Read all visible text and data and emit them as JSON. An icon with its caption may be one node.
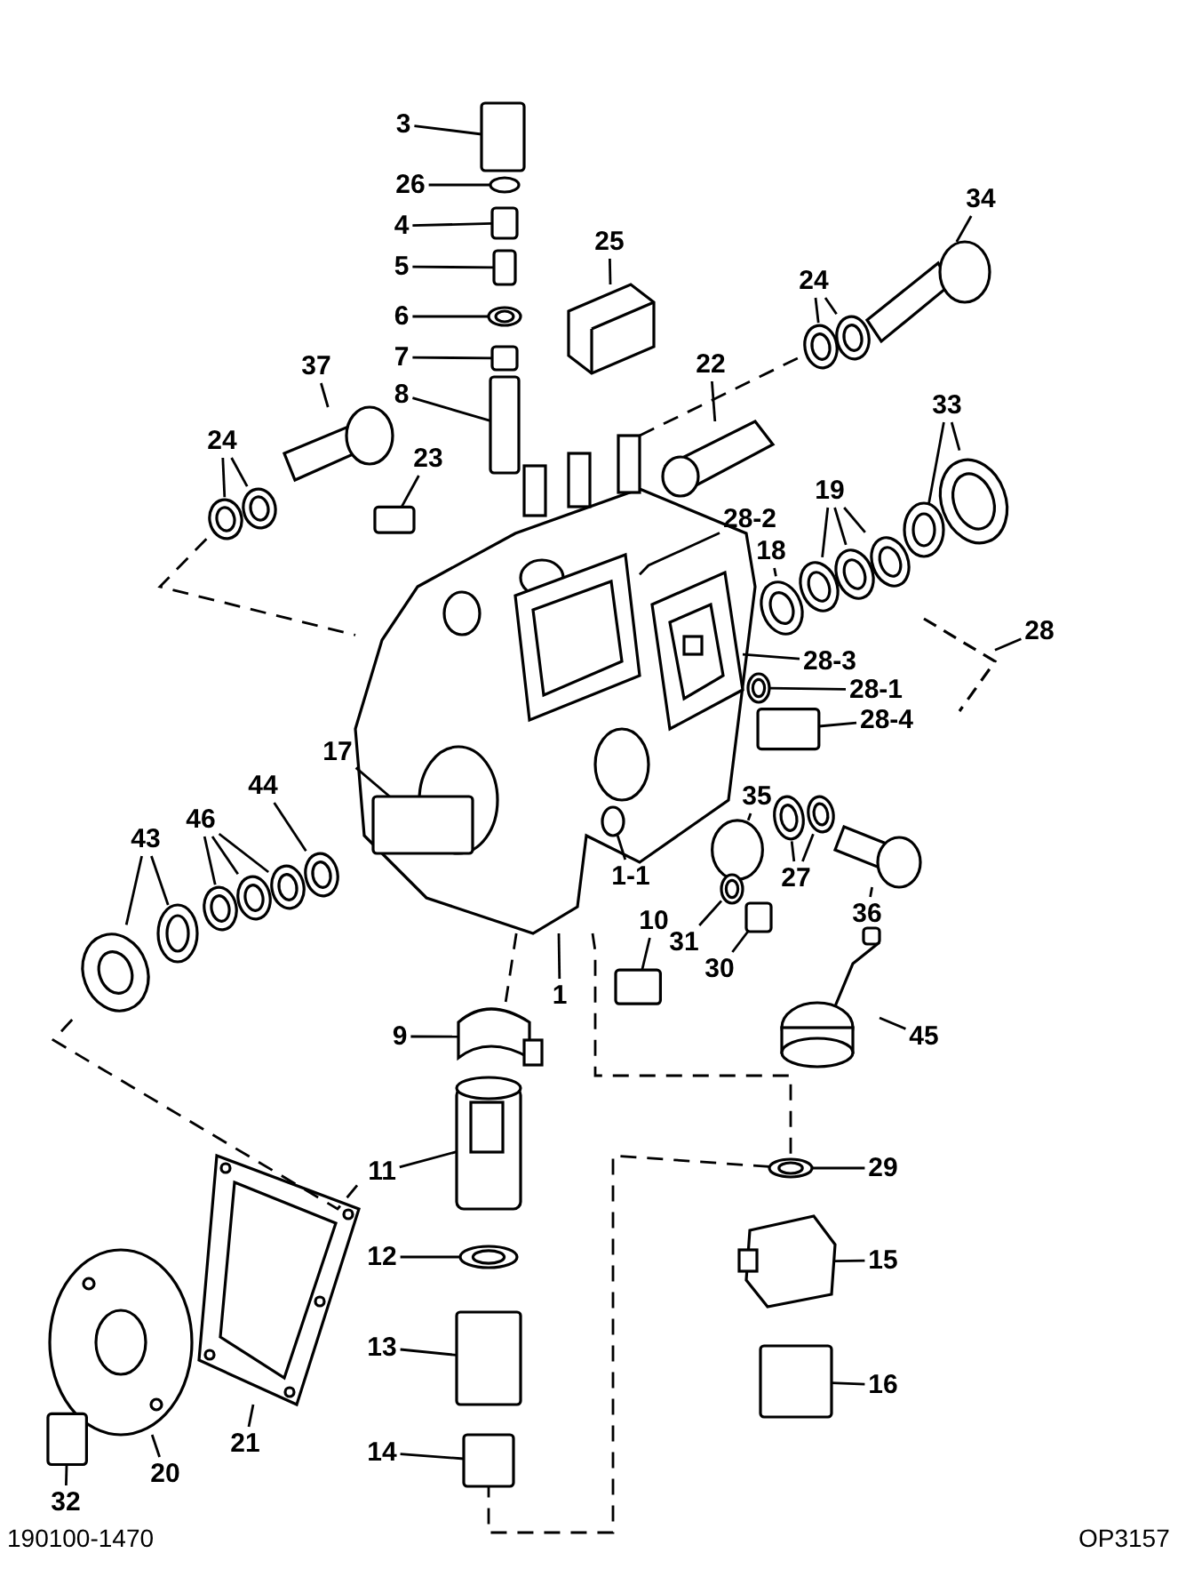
{
  "diagram": {
    "nodes": [
      {
        "text": [
          "3"
        ]
      },
      {
        "text": [
          "26"
        ]
      },
      {
        "text": [
          "4"
        ]
      },
      {
        "text": [
          "5"
        ]
      },
      {
        "text": [
          "6"
        ]
      },
      {
        "text": [
          "7"
        ]
      },
      {
        "text": [
          "8"
        ]
      },
      {
        "text": [
          "25"
        ]
      },
      {
        "text": [
          "24"
        ]
      },
      {
        "text": [
          "34"
        ]
      },
      {
        "text": [
          "37"
        ]
      },
      {
        "text": [
          "24"
        ]
      },
      {
        "text": [
          "23"
        ]
      },
      {
        "text": [
          "22"
        ]
      },
      {
        "text": [
          "33"
        ]
      },
      {
        "text": [
          "28-2"
        ]
      },
      {
        "text": [
          "19"
        ]
      },
      {
        "text": [
          "18"
        ]
      },
      {
        "text": [
          "28"
        ]
      },
      {
        "text": [
          "28-3"
        ]
      },
      {
        "text": [
          "28-1"
        ]
      },
      {
        "text": [
          "28-4"
        ]
      },
      {
        "text": [
          "17"
        ]
      },
      {
        "text": [
          "35"
        ]
      },
      {
        "text": [
          "44"
        ]
      },
      {
        "text": [
          "46"
        ]
      },
      {
        "text": [
          "43"
        ]
      },
      {
        "text": [
          "27"
        ]
      },
      {
        "text": [
          "1-1"
        ]
      },
      {
        "text": [
          "10"
        ]
      },
      {
        "text": [
          "31"
        ]
      },
      {
        "text": [
          "30"
        ]
      },
      {
        "text": [
          "36"
        ]
      },
      {
        "text": [
          "1"
        ]
      },
      {
        "text": [
          "9"
        ]
      },
      {
        "text": [
          "45"
        ]
      },
      {
        "text": [
          "11"
        ]
      },
      {
        "text": [
          "29"
        ]
      },
      {
        "text": [
          "12"
        ]
      },
      {
        "text": [
          "15"
        ]
      },
      {
        "text": [
          "13"
        ]
      },
      {
        "text": [
          "16"
        ]
      },
      {
        "text": [
          "21"
        ]
      },
      {
        "text": [
          "20"
        ]
      },
      {
        "text": [
          "32"
        ]
      },
      {
        "text": [
          "14"
        ]
      },
      {
        "text": [],
        "shape": "box"
      },
      {
        "text": [],
        "shape": "circle"
      },
      {
        "text": [],
        "shape": "box"
      },
      {
        "text": [],
        "shape": "box"
      },
      {
        "text": [],
        "shape": "picture"
      },
      {
        "text": [],
        "shape": "box"
      },
      {
        "text": [],
        "shape": "box"
      },
      {
        "text": [],
        "shape": "picture"
      },
      {
        "text": [],
        "shape": "picture"
      },
      {
        "text": [],
        "shape": "picture"
      },
      {
        "text": [],
        "shape": "picture"
      },
      {
        "text": [],
        "shape": "picture"
      },
      {
        "text": [],
        "shape": "picture"
      },
      {
        "text": [],
        "shape": "picture"
      },
      {
        "text": [],
        "shape": "box"
      },
      {
        "text": [],
        "shape": "picture"
      },
      {
        "text": [],
        "shape": "picture"
      },
      {
        "text": [],
        "shape": "picture"
      },
      {
        "text": [],
        "shape": "picture",
        "in": 88
      },
      {
        "text": [],
        "shape": "picture",
        "in": 88
      },
      {
        "text": [],
        "shape": "picture"
      },
      {
        "text": [],
        "shape": "picture"
      },
      {
        "text": [],
        "shape": "picture"
      },
      {
        "text": [],
        "shape": "picture"
      },
      {
        "text": [],
        "shape": "bracket"
      },
      {
        "text": [],
        "shape": "picture"
      },
      {
        "text": [],
        "shape": "box"
      },
      {
        "text": [],
        "shape": "box",
        "in": 88
      },
      {
        "text": [],
        "shape": "circle"
      },
      {
        "text": [],
        "shape": "picture"
      },
      {
        "text": [],
        "shape": "picture"
      },
      {
        "text": [],
        "shape": "picture"
      },
      {
        "text": [],
        "shape": "picture"
      },
      {
        "text": [],
        "shape": "picture"
      },
      {
        "text": [],
        "shape": "picture"
      },
      {
        "text": [],
        "shape": "picture"
      },
      {
        "text": [],
        "shape": "picture"
      },
      {
        "text": [],
        "shape": "circle",
        "in": 88
      },
      {
        "text": [],
        "shape": "box"
      },
      {
        "text": [],
        "shape": "picture"
      },
      {
        "text": [],
        "shape": "box"
      },
      {
        "text": [],
        "shape": "picture"
      },
      {
        "text": [],
        "shape": "picture"
      },
      {
        "text": [],
        "shape": "picture"
      },
      {
        "text": [],
        "shape": "picture"
      },
      {
        "text": [],
        "shape": "picture"
      },
      {
        "text": [],
        "shape": "picture"
      },
      {
        "text": [],
        "shape": "picture"
      },
      {
        "text": [],
        "shape": "picture"
      },
      {
        "text": [],
        "shape": "box"
      },
      {
        "text": [],
        "shape": "box"
      },
      {
        "text": [],
        "shape": "picture"
      },
      {
        "text": [],
        "shape": "picture"
      },
      {
        "text": [],
        "shape": "box"
      },
      {
        "text": [],
        "shape": "box"
      }
    ],
    "edges": [
      {
        "from": 0,
        "to": 46,
        "arrow": "none"
      },
      {
        "from": 1,
        "to": 47,
        "arrow": "none"
      },
      {
        "from": 2,
        "to": 48,
        "arrow": "none"
      },
      {
        "from": 3,
        "to": 49,
        "arrow": "none"
      },
      {
        "from": 4,
        "to": 50,
        "arrow": "none"
      },
      {
        "from": 5,
        "to": 51,
        "arrow": "none"
      },
      {
        "from": 6,
        "to": 52,
        "arrow": "none"
      },
      {
        "from": 7,
        "to": 53,
        "arrow": "none"
      },
      {
        "from": 8,
        "to": 54,
        "arrow": "none"
      },
      {
        "from": 8,
        "to": 55,
        "arrow": "none"
      },
      {
        "from": 9,
        "to": 56,
        "arrow": "none"
      },
      {
        "from": 10,
        "to": 57,
        "arrow": "none"
      },
      {
        "from": 11,
        "to": 58,
        "arrow": "none"
      },
      {
        "from": 11,
        "to": 59,
        "arrow": "none"
      },
      {
        "from": 12,
        "to": 60,
        "arrow": "none"
      },
      {
        "from": 13,
        "to": 61,
        "arrow": "none"
      },
      {
        "from": 14,
        "to": 62,
        "arrow": "none"
      },
      {
        "from": 14,
        "to": 63,
        "arrow": "none"
      },
      {
        "from": 15,
        "to": 64,
        "arrow": "none"
      },
      {
        "from": 16,
        "to": 66,
        "arrow": "none"
      },
      {
        "from": 16,
        "to": 67,
        "arrow": "none"
      },
      {
        "from": 16,
        "to": 68,
        "arrow": "none"
      },
      {
        "from": 17,
        "to": 69,
        "arrow": "none"
      },
      {
        "from": 18,
        "to": 70,
        "arrow": "none"
      },
      {
        "from": 19,
        "to": 65,
        "arrow": "none"
      },
      {
        "from": 20,
        "to": 71,
        "arrow": "none"
      },
      {
        "from": 21,
        "to": 72,
        "arrow": "none"
      },
      {
        "from": 22,
        "to": 73,
        "arrow": "none"
      },
      {
        "from": 23,
        "to": 74,
        "arrow": "none"
      },
      {
        "from": 24,
        "to": 75,
        "arrow": "none"
      },
      {
        "from": 25,
        "to": 76,
        "arrow": "none"
      },
      {
        "from": 25,
        "to": 77,
        "arrow": "none"
      },
      {
        "from": 25,
        "to": 78,
        "arrow": "none"
      },
      {
        "from": 26,
        "to": 79,
        "arrow": "none"
      },
      {
        "from": 26,
        "to": 80,
        "arrow": "none"
      },
      {
        "from": 27,
        "to": 81,
        "arrow": "none"
      },
      {
        "from": 27,
        "to": 82,
        "arrow": "none"
      },
      {
        "from": 28,
        "to": 83,
        "arrow": "none"
      },
      {
        "from": 29,
        "to": 84,
        "arrow": "none"
      },
      {
        "from": 30,
        "to": 85,
        "arrow": "none"
      },
      {
        "from": 31,
        "to": 86,
        "arrow": "none"
      },
      {
        "from": 32,
        "to": 87,
        "arrow": "none"
      },
      {
        "from": 33,
        "to": 88,
        "arrow": "none"
      },
      {
        "from": 34,
        "to": 89,
        "arrow": "none"
      },
      {
        "from": 35,
        "to": 90,
        "arrow": "none"
      },
      {
        "from": 36,
        "to": 91,
        "arrow": "none"
      },
      {
        "from": 37,
        "to": 92,
        "arrow": "none"
      },
      {
        "from": 38,
        "to": 93,
        "arrow": "none"
      },
      {
        "from": 39,
        "to": 94,
        "arrow": "none"
      },
      {
        "from": 40,
        "to": 95,
        "arrow": "none"
      },
      {
        "from": 41,
        "to": 96,
        "arrow": "none"
      },
      {
        "from": 42,
        "to": 97,
        "arrow": "none"
      },
      {
        "from": 43,
        "to": 98,
        "arrow": "none"
      },
      {
        "from": 44,
        "to": 99,
        "arrow": "none"
      },
      {
        "from": 45,
        "to": 100,
        "arrow": "none"
      },
      {
        "from": 58,
        "to": 88,
        "arrow": "none",
        "style": "dashed"
      },
      {
        "from": 88,
        "to": 54,
        "arrow": "none",
        "style": "dashed"
      },
      {
        "from": 80,
        "to": 97,
        "arrow": "none",
        "style": "dashed"
      },
      {
        "from": 88,
        "to": 89,
        "arrow": "none",
        "style": "dashed"
      },
      {
        "from": 88,
        "to": 92,
        "arrow": "none",
        "style": "dashed"
      },
      {
        "from": 92,
        "to": 100,
        "arrow": "none",
        "style": "dashed"
      }
    ],
    "labels": [
      "190100-1470",
      "OP3157"
    ]
  }
}
